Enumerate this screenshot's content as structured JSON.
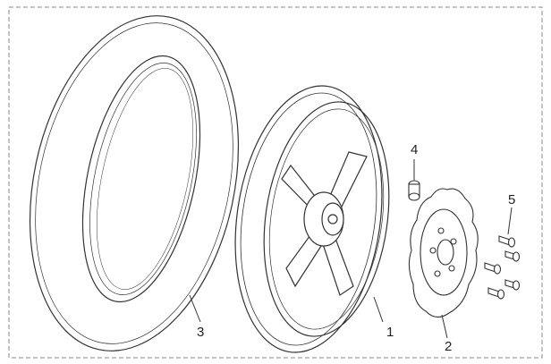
{
  "diagram": {
    "callouts": [
      {
        "id": "1",
        "part": "wheel-rim"
      },
      {
        "id": "2",
        "part": "brake-disc"
      },
      {
        "id": "3",
        "part": "tire"
      },
      {
        "id": "4",
        "part": "tire-valve"
      },
      {
        "id": "5",
        "part": "disc-bolt"
      }
    ],
    "colors": {
      "line": "#333333",
      "frame": "#888888",
      "background": "#ffffff"
    }
  }
}
